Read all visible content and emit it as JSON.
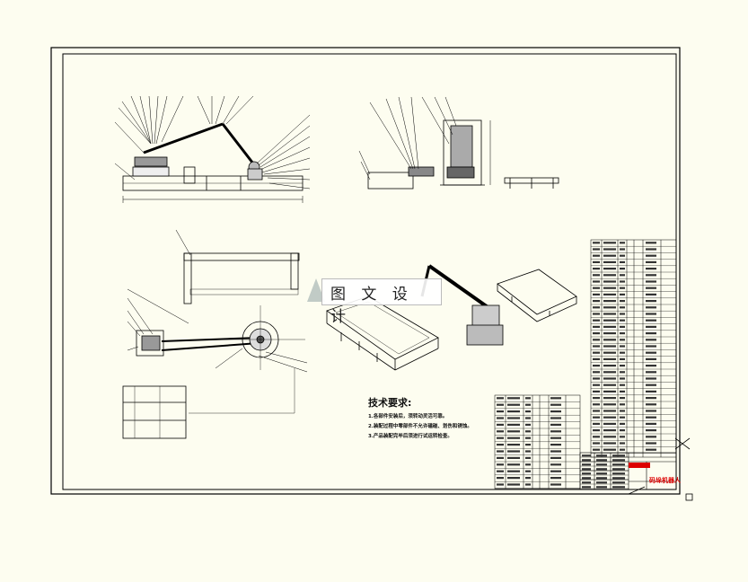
{
  "watermark": {
    "text": "图 文 设 计"
  },
  "technical_requirements": {
    "title": "技术要求:",
    "items": [
      "1.各部件安装后，须转动灵活可靠。",
      "2.装配过程中零部件不允许磕碰、划伤和锈蚀。",
      "3.产品装配完毕后须进行试运转检查。"
    ]
  },
  "title_block": {
    "name": "码垛机器人"
  },
  "colors": {
    "background": "#fdfdf0",
    "line": "#000000",
    "accent": "#dd0000"
  }
}
